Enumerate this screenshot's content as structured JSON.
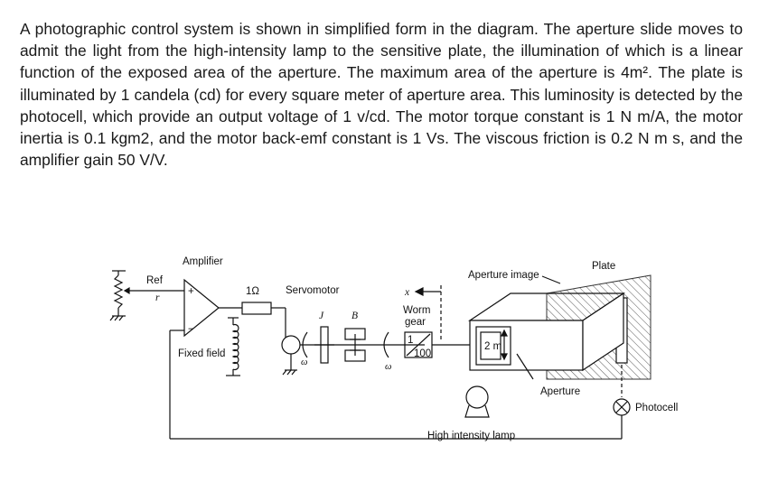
{
  "problem_text": "A photographic control system is shown in simplified form in the diagram. The aperture slide moves to admit the light from the high-intensity lamp to the sensitive plate, the illumination of which is a linear function of the exposed area of the aperture.  The maximum area of the aperture is 4m². The plate is illuminated by 1 candela (cd) for every square meter of aperture area. This luminosity is detected by the photocell, which provide an output voltage of 1 v/cd. The motor torque constant is 1 N m/A, the motor inertia is 0.1 kgm2, and the motor back-emf constant is 1 Vs. The viscous friction is 0.2 N m s, and the amplifier gain 50 V/V.",
  "diagram": {
    "amplifier": "Amplifier",
    "ref": "Ref",
    "r": "r",
    "plus": "+",
    "minus": "−",
    "resistor": "1Ω",
    "servomotor": "Servomotor",
    "J": "J",
    "B": "B",
    "omega1": "ω",
    "omega2": "ω",
    "x": "x",
    "worm_gear_1": "Worm",
    "worm_gear_2": "gear",
    "ratio_top": "1",
    "ratio_bottom": "100",
    "fixed_field": "Fixed field",
    "aperture_image": "Aperture image",
    "plate": "Plate",
    "dimension": "2 m",
    "aperture": "Aperture",
    "photocell": "Photocell",
    "lamp": "High intensity lamp"
  }
}
